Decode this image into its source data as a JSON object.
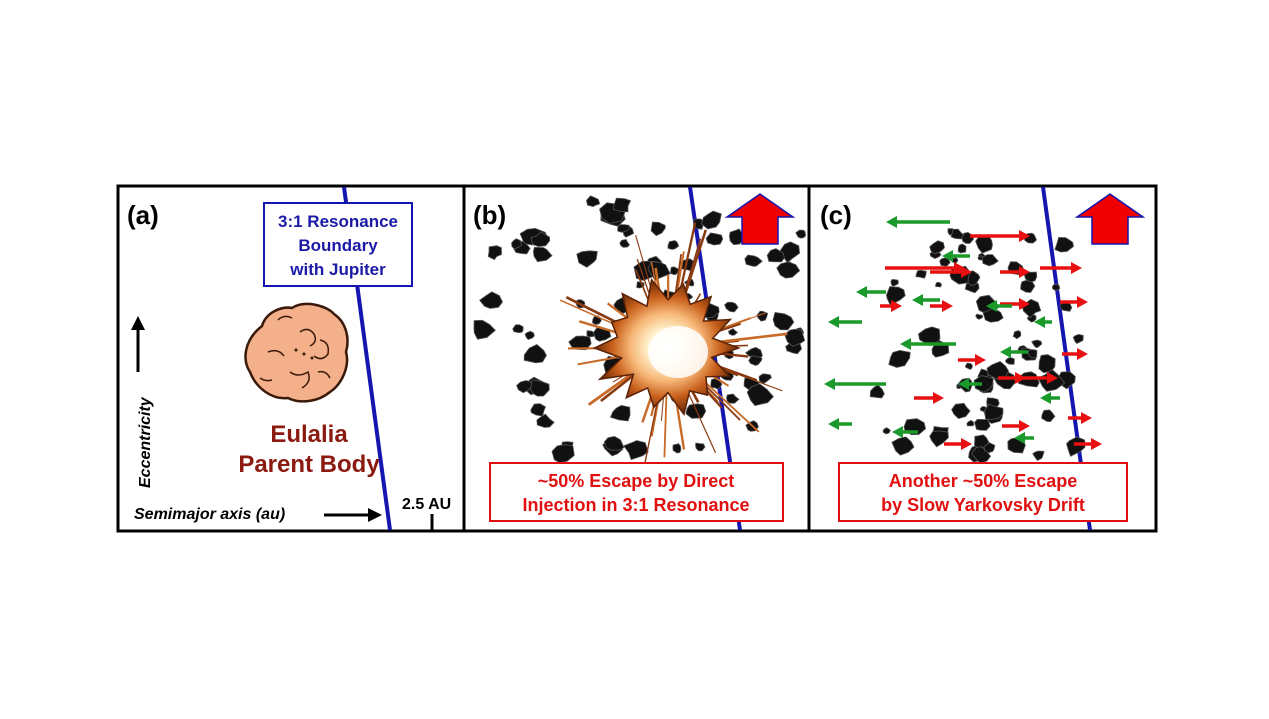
{
  "panels": {
    "a": {
      "label": "(a)",
      "resonance_box": [
        "3:1 Resonance",
        "Boundary",
        "with Jupiter"
      ],
      "body_name": [
        "Eulalia",
        "Parent Body"
      ],
      "y_axis_label": "Eccentricity",
      "x_axis_label": "Semimajor axis (au)",
      "au_marker": "2.5 AU"
    },
    "b": {
      "label": "(b)",
      "caption": [
        "~50% Escape by Direct",
        "Injection in 3:1 Resonance"
      ]
    },
    "c": {
      "label": "(c)",
      "caption": [
        "Another ~50% Escape",
        "by Slow Yarkovsky Drift"
      ]
    }
  },
  "colors": {
    "resonance_line": "#1515b0",
    "caption_red": "#e01010",
    "body_text": "#8b1a10",
    "parent_body_fill": "#f4b08a",
    "arrow_red": "#e81010",
    "arrow_green": "#1a9a2a",
    "big_arrow": "#f00000"
  },
  "icons": {
    "up_arrow": "red-up-arrow-icon",
    "explosion": "explosion-icon",
    "asteroid": "asteroid-fragment-icon"
  }
}
